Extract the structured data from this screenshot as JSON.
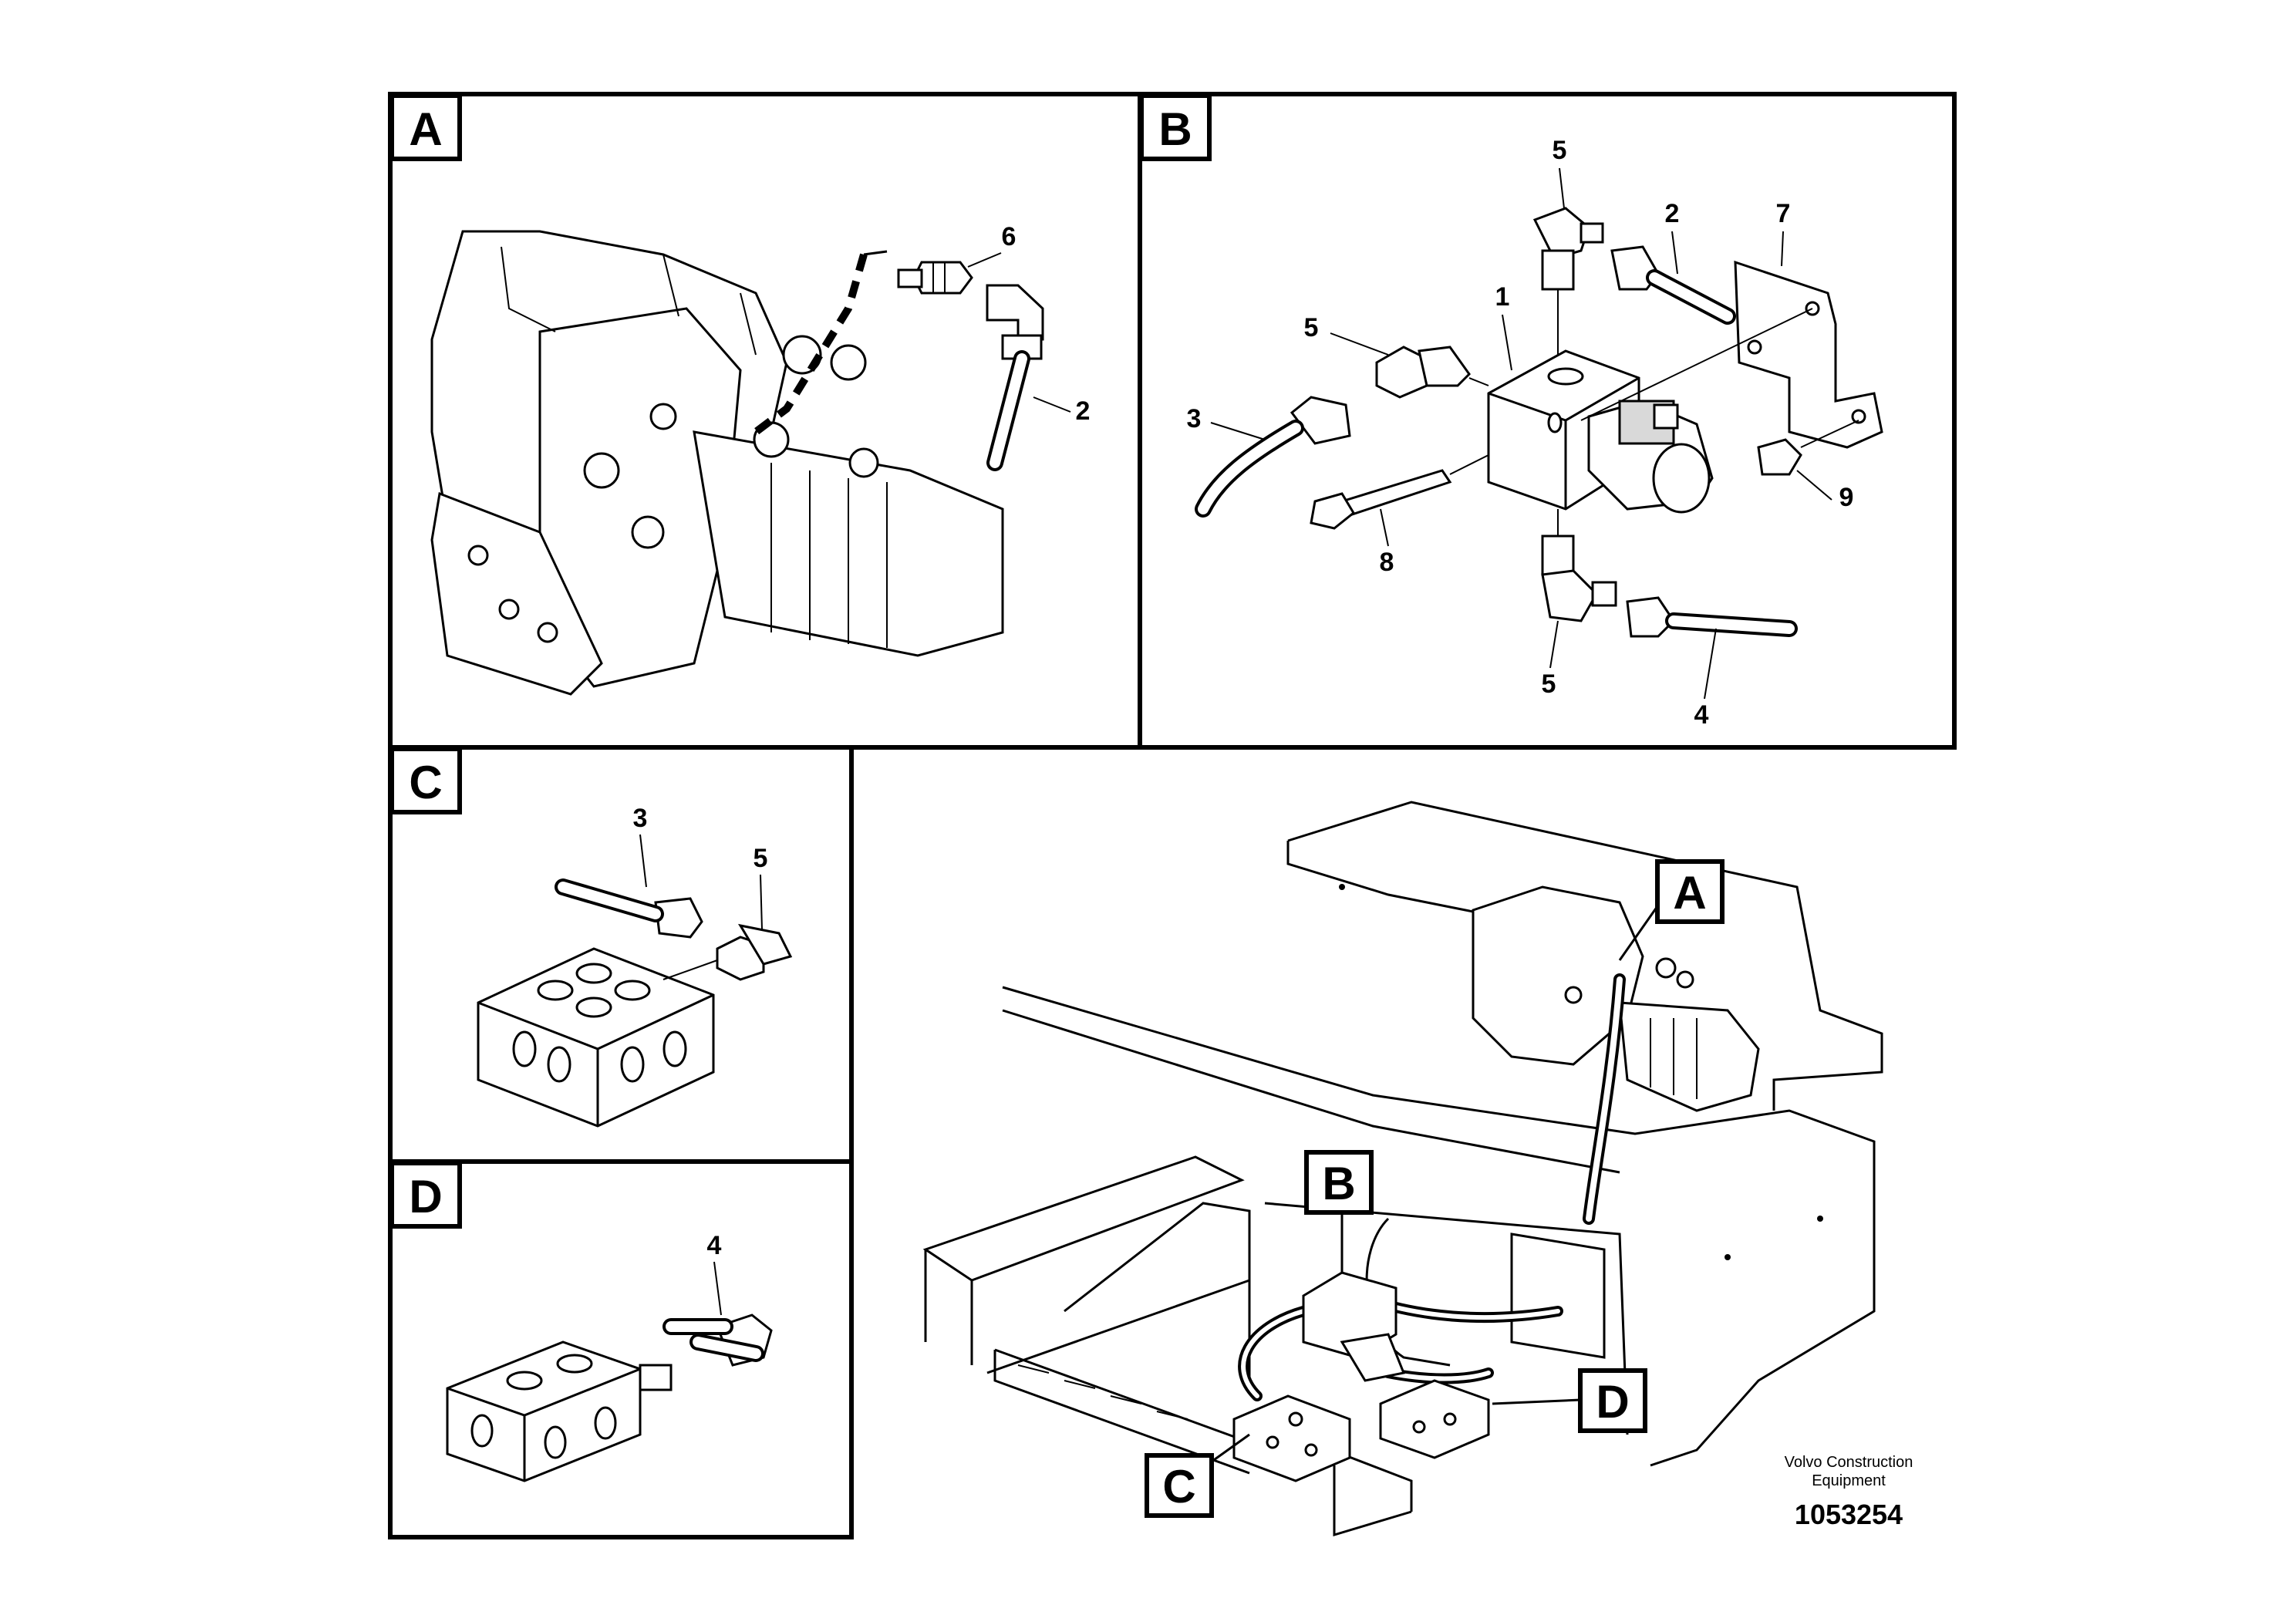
{
  "panels": {
    "a": {
      "badge": "A",
      "callouts": [
        "6",
        "2"
      ]
    },
    "b": {
      "badge": "B",
      "callouts": [
        "5",
        "2",
        "7",
        "1",
        "5",
        "3",
        "9",
        "8",
        "5",
        "4"
      ]
    },
    "c": {
      "badge": "C",
      "callouts": [
        "3",
        "5"
      ]
    },
    "d": {
      "badge": "D",
      "callouts": [
        "4"
      ]
    },
    "overview": {
      "badges": [
        "A",
        "B",
        "C",
        "D"
      ]
    }
  },
  "footer": {
    "credit_line1": "Volvo Construction",
    "credit_line2": "Equipment",
    "document_number": "1053254"
  }
}
